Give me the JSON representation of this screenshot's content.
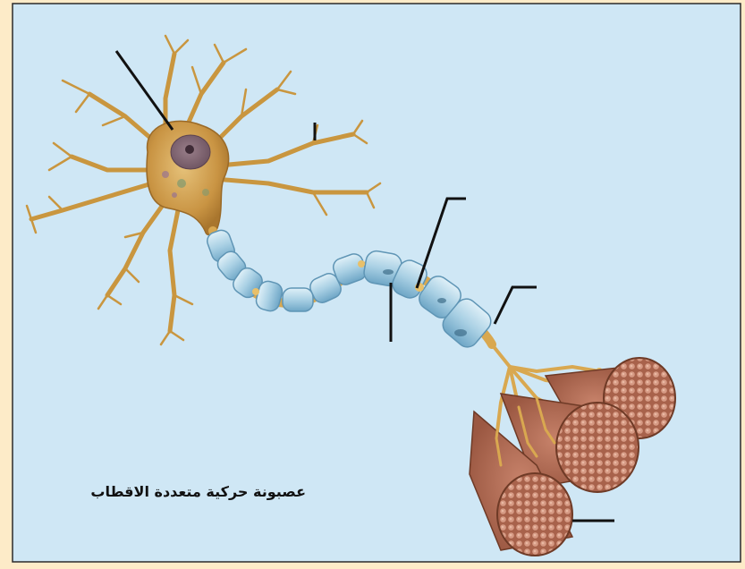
{
  "figure": {
    "caption": "عصبونة حركية متعددة الاقطاب",
    "background_color": "#cfe7f5",
    "border_color": "#2b2b2b",
    "frame_color": "#fdebc8",
    "neuron_color": "#d9a850",
    "myelin_color": "#9cc7de",
    "muscle_color": "#8a4a2e"
  },
  "labels": [
    {
      "id": "cell-body-label",
      "text": ""
    },
    {
      "id": "dendrite-label",
      "text": ""
    },
    {
      "id": "node-label",
      "text": ""
    },
    {
      "id": "axon-label",
      "text": ""
    },
    {
      "id": "myelin-label",
      "text": ""
    },
    {
      "id": "muscle-label",
      "text": ""
    }
  ]
}
